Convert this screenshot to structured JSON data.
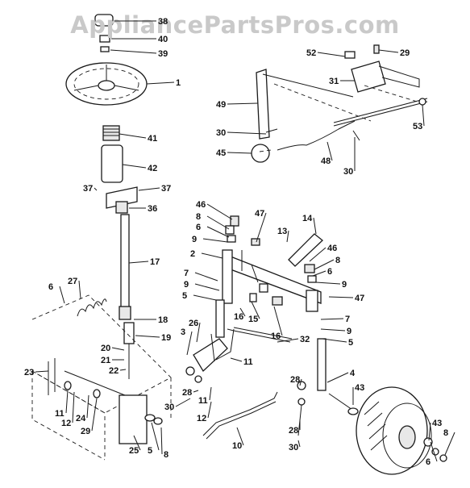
{
  "watermark": "AppliancePartsPros.com",
  "callouts": [
    {
      "id": "c38",
      "text": "38"
    },
    {
      "id": "c40",
      "text": "40"
    },
    {
      "id": "c39",
      "text": "39"
    },
    {
      "id": "c1",
      "text": "1"
    },
    {
      "id": "c41",
      "text": "41"
    },
    {
      "id": "c42",
      "text": "42"
    },
    {
      "id": "c37a",
      "text": "37"
    },
    {
      "id": "c37b",
      "text": "37"
    },
    {
      "id": "c36",
      "text": "36"
    },
    {
      "id": "c17",
      "text": "17"
    },
    {
      "id": "c6a",
      "text": "6"
    },
    {
      "id": "c27",
      "text": "27"
    },
    {
      "id": "c18",
      "text": "18"
    },
    {
      "id": "c19",
      "text": "19"
    },
    {
      "id": "c20",
      "text": "20"
    },
    {
      "id": "c21",
      "text": "21"
    },
    {
      "id": "c22",
      "text": "22"
    },
    {
      "id": "c23",
      "text": "23"
    },
    {
      "id": "c11a",
      "text": "11"
    },
    {
      "id": "c12a",
      "text": "12"
    },
    {
      "id": "c24",
      "text": "24"
    },
    {
      "id": "c29a",
      "text": "29"
    },
    {
      "id": "c25",
      "text": "25"
    },
    {
      "id": "c5a",
      "text": "5"
    },
    {
      "id": "c8a",
      "text": "8"
    },
    {
      "id": "c52",
      "text": "52"
    },
    {
      "id": "c29b",
      "text": "29"
    },
    {
      "id": "c31",
      "text": "31"
    },
    {
      "id": "c49",
      "text": "49"
    },
    {
      "id": "c53",
      "text": "53"
    },
    {
      "id": "c30a",
      "text": "30"
    },
    {
      "id": "c45",
      "text": "45"
    },
    {
      "id": "c48",
      "text": "48"
    },
    {
      "id": "c30b",
      "text": "30"
    },
    {
      "id": "c46a",
      "text": "46"
    },
    {
      "id": "c8b",
      "text": "8"
    },
    {
      "id": "c6b",
      "text": "6"
    },
    {
      "id": "c9a",
      "text": "9"
    },
    {
      "id": "c47a",
      "text": "47"
    },
    {
      "id": "c14",
      "text": "14"
    },
    {
      "id": "c13",
      "text": "13"
    },
    {
      "id": "c2",
      "text": "2"
    },
    {
      "id": "c7a",
      "text": "7"
    },
    {
      "id": "c9b",
      "text": "9"
    },
    {
      "id": "c5b",
      "text": "5"
    },
    {
      "id": "c46b",
      "text": "46"
    },
    {
      "id": "c8c",
      "text": "8"
    },
    {
      "id": "c6c",
      "text": "6"
    },
    {
      "id": "c9c",
      "text": "9"
    },
    {
      "id": "c47b",
      "text": "47"
    },
    {
      "id": "c16a",
      "text": "16"
    },
    {
      "id": "c15",
      "text": "15"
    },
    {
      "id": "c16b",
      "text": "16"
    },
    {
      "id": "c7b",
      "text": "7"
    },
    {
      "id": "c9d",
      "text": "9"
    },
    {
      "id": "c5c",
      "text": "5"
    },
    {
      "id": "c3",
      "text": "3"
    },
    {
      "id": "c26",
      "text": "26"
    },
    {
      "id": "c32",
      "text": "32"
    },
    {
      "id": "c11b",
      "text": "11"
    },
    {
      "id": "c28a",
      "text": "28"
    },
    {
      "id": "c30c",
      "text": "30"
    },
    {
      "id": "c11c",
      "text": "11"
    },
    {
      "id": "c12b",
      "text": "12"
    },
    {
      "id": "c10",
      "text": "10"
    },
    {
      "id": "c28b",
      "text": "28"
    },
    {
      "id": "c4",
      "text": "4"
    },
    {
      "id": "c28c",
      "text": "28"
    },
    {
      "id": "c30d",
      "text": "30"
    },
    {
      "id": "c43a",
      "text": "43"
    },
    {
      "id": "c6d",
      "text": "6"
    },
    {
      "id": "c43b",
      "text": "43"
    },
    {
      "id": "c8d",
      "text": "8"
    }
  ]
}
